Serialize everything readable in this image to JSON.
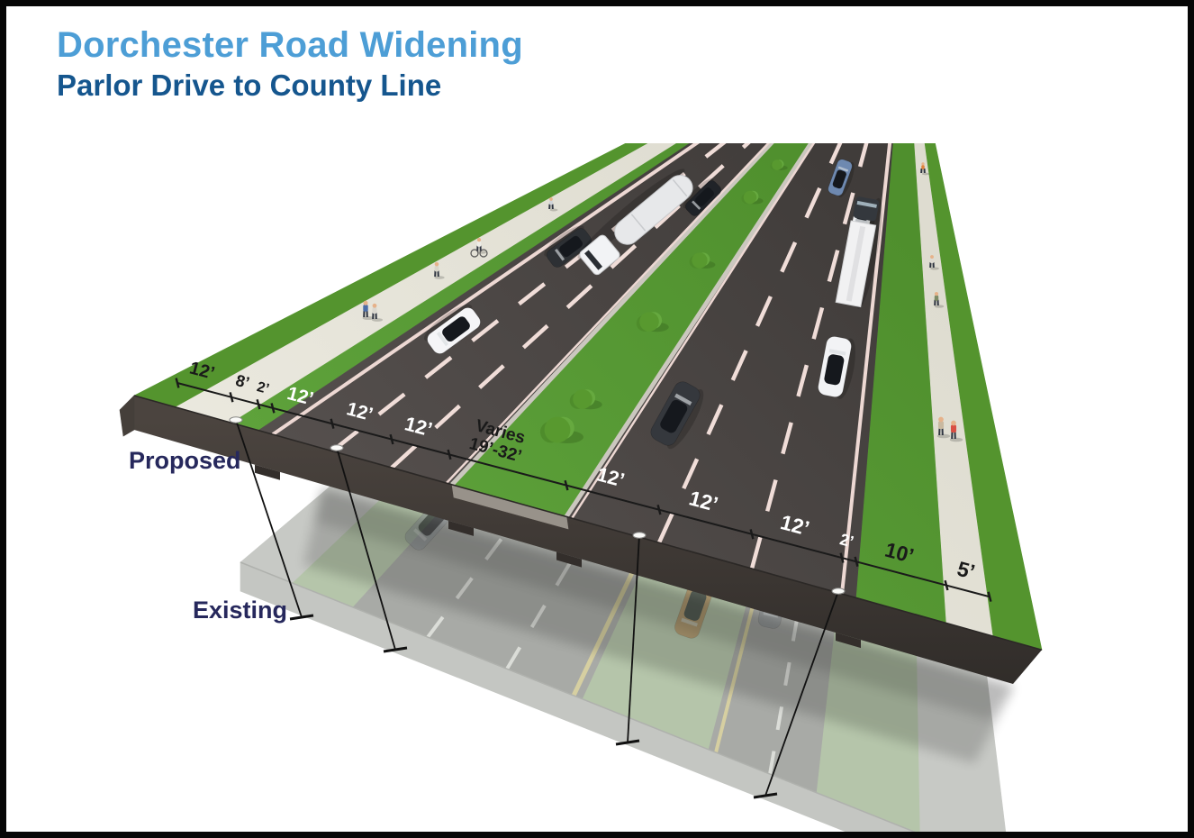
{
  "header": {
    "title": "Dorchester Road Widening",
    "subtitle": "Parlor Drive to County Line"
  },
  "view_labels": {
    "proposed": "Proposed",
    "existing": "Existing"
  },
  "cross_section": {
    "proposed_segments": [
      {
        "width_label": "12’",
        "surface": "sidewalk"
      },
      {
        "width_label": "8’",
        "surface": "planting-strip"
      },
      {
        "width_label": "2’",
        "surface": "shoulder"
      },
      {
        "width_label": "12’",
        "surface": "travel-lane"
      },
      {
        "width_label": "12’",
        "surface": "travel-lane"
      },
      {
        "width_label": "12’",
        "surface": "travel-lane"
      },
      {
        "width_label": "Varies\n19’-32’",
        "surface": "median"
      },
      {
        "width_label": "12’",
        "surface": "travel-lane"
      },
      {
        "width_label": "12’",
        "surface": "travel-lane"
      },
      {
        "width_label": "12’",
        "surface": "travel-lane"
      },
      {
        "width_label": "2’",
        "surface": "shoulder"
      },
      {
        "width_label": "10’",
        "surface": "planting-strip"
      },
      {
        "width_label": "5’",
        "surface": "sidewalk"
      }
    ]
  },
  "colors": {
    "title_blue": "#4D9ED6",
    "subtitle_blue": "#15568E",
    "annotation_navy": "#26285C",
    "grass_green": "#5CA138",
    "sidewalk": "#EAE8DE",
    "road_asphalt": "#4F4A48",
    "lane_marking_pink": "#F0DDD8",
    "dimension_line": "#1A1A1A",
    "existing_ghost_green": "#B5C5AA",
    "existing_ghost_road": "#A8AAA6"
  }
}
